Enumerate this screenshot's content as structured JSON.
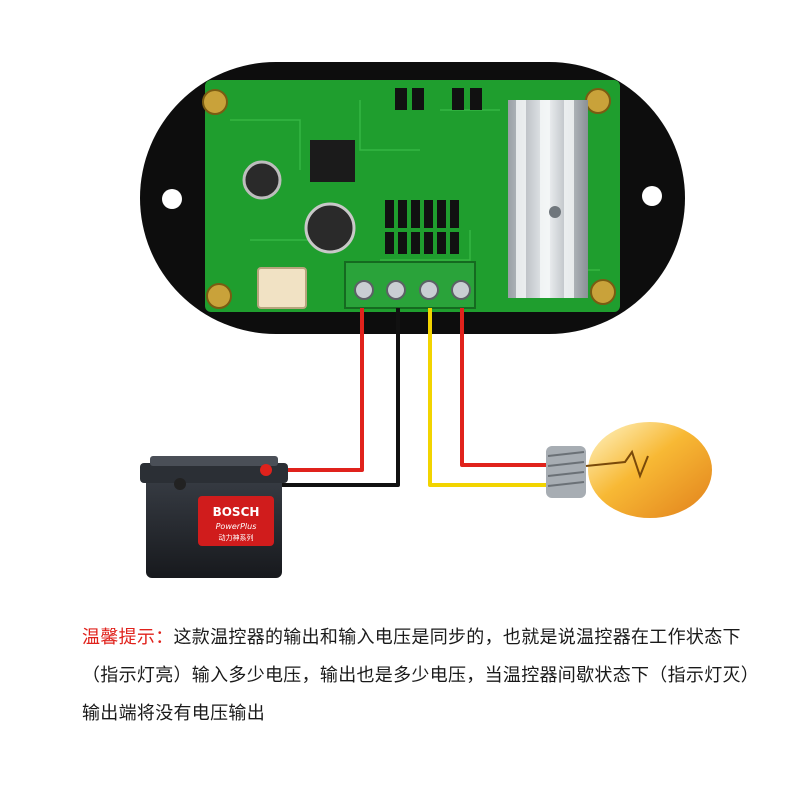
{
  "colors": {
    "housing": "#0d0d0d",
    "pcb": "#1f9e2e",
    "terminal": "#2aa33a",
    "wire_red": "#e0221c",
    "wire_black": "#111111",
    "wire_yellow": "#f2d400",
    "note_highlight": "#e0221c",
    "note_text": "#1a1a1a"
  },
  "icons": {
    "board": "controller-board-icon",
    "battery": "car-battery-icon",
    "bulb": "light-bulb-icon"
  },
  "battery": {
    "brand": "BOSCH",
    "line": "PowerPlus",
    "sub": "动力神系列"
  },
  "note": {
    "lead": "温馨提示：",
    "body": "这款温控器的输出和输入电压是同步的，也就是说温控器在工作状态下（指示灯亮）输入多少电压，输出也是多少电压，当温控器间歇状态下（指示灯灭）输出端将没有电压输出"
  }
}
